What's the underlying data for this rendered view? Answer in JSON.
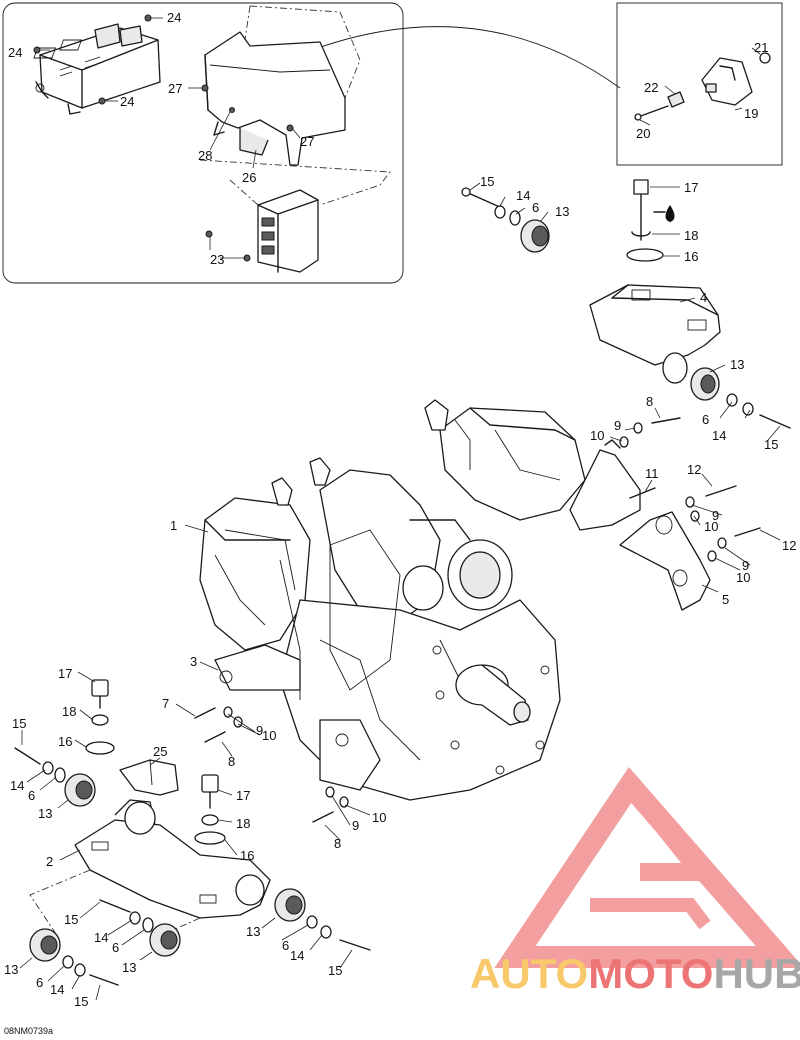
{
  "diagram": {
    "reference_code": "08NM0739a",
    "callouts": [
      {
        "id": "c24a",
        "label": "24"
      },
      {
        "id": "c24b",
        "label": "24"
      },
      {
        "id": "c24c",
        "label": "24"
      },
      {
        "id": "c27a",
        "label": "27"
      },
      {
        "id": "c27b",
        "label": "27"
      },
      {
        "id": "c28",
        "label": "28"
      },
      {
        "id": "c26",
        "label": "26"
      },
      {
        "id": "c23",
        "label": "23"
      },
      {
        "id": "c21",
        "label": "21"
      },
      {
        "id": "c22",
        "label": "22"
      },
      {
        "id": "c19",
        "label": "19"
      },
      {
        "id": "c20",
        "label": "20"
      },
      {
        "id": "c15a",
        "label": "15"
      },
      {
        "id": "c14a",
        "label": "14"
      },
      {
        "id": "c6a",
        "label": "6"
      },
      {
        "id": "c13a",
        "label": "13"
      },
      {
        "id": "c17a",
        "label": "17"
      },
      {
        "id": "c18a",
        "label": "18"
      },
      {
        "id": "c16a",
        "label": "16"
      },
      {
        "id": "c4",
        "label": "4"
      },
      {
        "id": "c13b",
        "label": "13"
      },
      {
        "id": "c8a",
        "label": "8"
      },
      {
        "id": "c9a",
        "label": "9"
      },
      {
        "id": "c10a",
        "label": "10"
      },
      {
        "id": "c6b",
        "label": "6"
      },
      {
        "id": "c14b",
        "label": "14"
      },
      {
        "id": "c15b",
        "label": "15"
      },
      {
        "id": "c11",
        "label": "11"
      },
      {
        "id": "c12a",
        "label": "12"
      },
      {
        "id": "c10b",
        "label": "10"
      },
      {
        "id": "c9b",
        "label": "9"
      },
      {
        "id": "c12b",
        "label": "12"
      },
      {
        "id": "c9c",
        "label": "9"
      },
      {
        "id": "c10c",
        "label": "10"
      },
      {
        "id": "c5",
        "label": "5"
      },
      {
        "id": "c1",
        "label": "1"
      },
      {
        "id": "c3",
        "label": "3"
      },
      {
        "id": "c7",
        "label": "7"
      },
      {
        "id": "c10d",
        "label": "10"
      },
      {
        "id": "c9d",
        "label": "9"
      },
      {
        "id": "c8b",
        "label": "8"
      },
      {
        "id": "c10e",
        "label": "10"
      },
      {
        "id": "c9e",
        "label": "9"
      },
      {
        "id": "c8c",
        "label": "8"
      },
      {
        "id": "c17b",
        "label": "17"
      },
      {
        "id": "c18b",
        "label": "18"
      },
      {
        "id": "c16b",
        "label": "16"
      },
      {
        "id": "c15c",
        "label": "15"
      },
      {
        "id": "c14c",
        "label": "14"
      },
      {
        "id": "c6c",
        "label": "6"
      },
      {
        "id": "c13c",
        "label": "13"
      },
      {
        "id": "c25",
        "label": "25"
      },
      {
        "id": "c17c",
        "label": "17"
      },
      {
        "id": "c18c",
        "label": "18"
      },
      {
        "id": "c16c",
        "label": "16"
      },
      {
        "id": "c2",
        "label": "2"
      },
      {
        "id": "c15d",
        "label": "15"
      },
      {
        "id": "c14d",
        "label": "14"
      },
      {
        "id": "c6d",
        "label": "6"
      },
      {
        "id": "c13d",
        "label": "13"
      },
      {
        "id": "c13e",
        "label": "13"
      },
      {
        "id": "c6e",
        "label": "6"
      },
      {
        "id": "c14e",
        "label": "14"
      },
      {
        "id": "c15e",
        "label": "15"
      },
      {
        "id": "c13f",
        "label": "13"
      },
      {
        "id": "c6f",
        "label": "6"
      },
      {
        "id": "c14f",
        "label": "14"
      },
      {
        "id": "c15f",
        "label": "15"
      }
    ]
  },
  "watermark": {
    "part1": "AUTO",
    "part2": "MOTO",
    "part3": "HUB",
    "colors": {
      "orange": "#f5b83a",
      "red": "#e84646",
      "gray": "#8a8a8a",
      "logo": "#f08080"
    }
  },
  "icons": {
    "oil_drop": "oil-drop-icon"
  }
}
